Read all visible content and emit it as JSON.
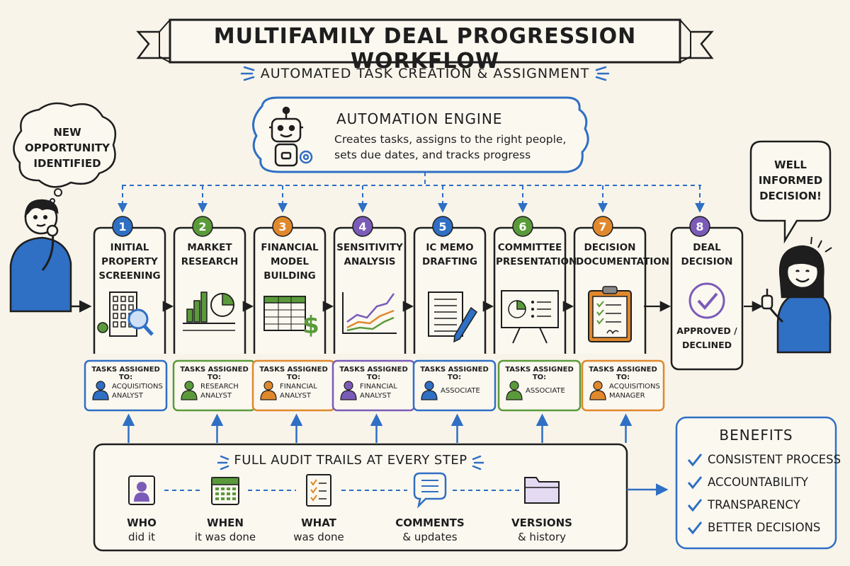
{
  "header": {
    "title": "MULTIFAMILY DEAL PROGRESSION WORKFLOW",
    "subtitle": "AUTOMATED TASK CREATION & ASSIGNMENT"
  },
  "engine": {
    "title": "AUTOMATION ENGINE",
    "description_line1": "Creates tasks, assigns to the right people,",
    "description_line2": "sets due dates, and tracks progress",
    "icon": "robot-icon"
  },
  "start_bubble": {
    "line1": "NEW",
    "line2": "OPPORTUNITY",
    "line3": "IDENTIFIED"
  },
  "end_bubble": {
    "line1": "WELL",
    "line2": "INFORMED",
    "line3": "DECISION!"
  },
  "steps": [
    {
      "number": "1",
      "title_line1": "INITIAL",
      "title_line2": "PROPERTY",
      "title_line3": "SCREENING",
      "icon": "building-search-icon",
      "color": "#2f6fc4"
    },
    {
      "number": "2",
      "title_line1": "MARKET",
      "title_line2": "RESEARCH",
      "title_line3": "",
      "icon": "bar-pie-chart-icon",
      "color": "#5a9a3a"
    },
    {
      "number": "3",
      "title_line1": "FINANCIAL",
      "title_line2": "MODEL",
      "title_line3": "BUILDING",
      "icon": "spreadsheet-dollar-icon",
      "color": "#e0882c"
    },
    {
      "number": "4",
      "title_line1": "SENSITIVITY",
      "title_line2": "ANALYSIS",
      "title_line3": "",
      "icon": "line-chart-icon",
      "color": "#7b5bb8"
    },
    {
      "number": "5",
      "title_line1": "IC MEMO",
      "title_line2": "DRAFTING",
      "title_line3": "",
      "icon": "document-pen-icon",
      "color": "#2f6fc4"
    },
    {
      "number": "6",
      "title_line1": "COMMITTEE",
      "title_line2": "PRESENTATION",
      "title_line3": "",
      "icon": "presentation-board-icon",
      "color": "#5a9a3a"
    },
    {
      "number": "7",
      "title_line1": "DECISION",
      "title_line2": "DOCUMENTATION",
      "title_line3": "",
      "icon": "clipboard-checklist-icon",
      "color": "#e0882c"
    },
    {
      "number": "8",
      "title_line1": "DEAL",
      "title_line2": "DECISION",
      "title_line3": "",
      "icon": "check-circle-icon",
      "color": "#7b5bb8",
      "result_line1": "APPROVED /",
      "result_line2": "DECLINED"
    }
  ],
  "tasks": [
    {
      "heading": "TASKS ASSIGNED TO:",
      "role_line1": "ACQUISITIONS",
      "role_line2": "ANALYST",
      "color": "#2f6fc4"
    },
    {
      "heading": "TASKS ASSIGNED TO:",
      "role_line1": "RESEARCH",
      "role_line2": "ANALYST",
      "color": "#5a9a3a"
    },
    {
      "heading": "TASKS ASSIGNED TO:",
      "role_line1": "FINANCIAL",
      "role_line2": "ANALYST",
      "color": "#e0882c"
    },
    {
      "heading": "TASKS ASSIGNED TO:",
      "role_line1": "FINANCIAL",
      "role_line2": "ANALYST",
      "color": "#7b5bb8"
    },
    {
      "heading": "TASKS ASSIGNED TO:",
      "role_line1": "ASSOCIATE",
      "role_line2": "",
      "color": "#2f6fc4"
    },
    {
      "heading": "TASKS ASSIGNED TO:",
      "role_line1": "ASSOCIATE",
      "role_line2": "",
      "color": "#5a9a3a"
    },
    {
      "heading": "TASKS ASSIGNED TO:",
      "role_line1": "ACQUISITIONS",
      "role_line2": "MANAGER",
      "color": "#e0882c"
    }
  ],
  "audit": {
    "title": "FULL AUDIT TRAILS AT EVERY STEP",
    "items": [
      {
        "label": "WHO",
        "sub": "did it",
        "icon": "user-icon",
        "color": "#7b5bb8"
      },
      {
        "label": "WHEN",
        "sub": "it was done",
        "icon": "calendar-icon",
        "color": "#5a9a3a"
      },
      {
        "label": "WHAT",
        "sub": "was done",
        "icon": "checklist-icon",
        "color": "#e0882c"
      },
      {
        "label": "COMMENTS",
        "sub": "& updates",
        "icon": "speech-bubble-icon",
        "color": "#2f6fc4"
      },
      {
        "label": "VERSIONS",
        "sub": "& history",
        "icon": "folder-icon",
        "color": "#7b5bb8"
      }
    ]
  },
  "benefits": {
    "title": "BENEFITS",
    "items": [
      "CONSISTENT PROCESS",
      "ACCOUNTABILITY",
      "TRANSPARENCY",
      "BETTER DECISIONS"
    ]
  },
  "colors": {
    "blue": "#2f6fc4",
    "green": "#5a9a3a",
    "orange": "#e0882c",
    "purple": "#7b5bb8",
    "ink": "#1e1e1e",
    "paper": "#f8f4ea"
  }
}
